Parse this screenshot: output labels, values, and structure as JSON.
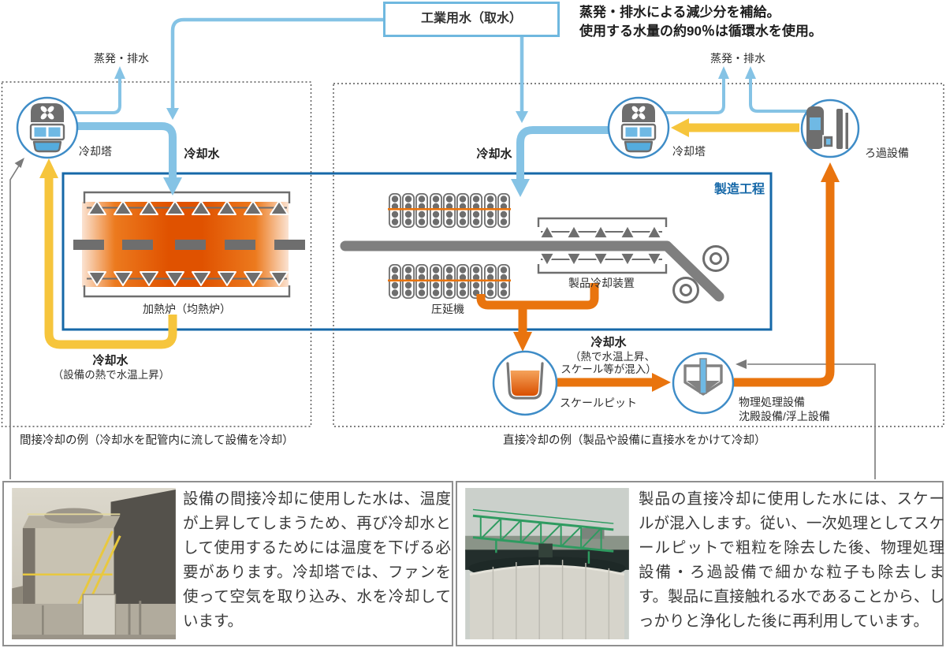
{
  "colors": {
    "pipe_blue": "#85C3E5",
    "pipe_yellow": "#F6C53C",
    "pipe_orange": "#E9740E",
    "process_blue": "#1668A8",
    "equipment_gray": "#6E6E6E",
    "circle_border_blue": "#3E8CC7",
    "furnace_orange": "#E05200"
  },
  "header": {
    "intake_label": "工業用水（取水）",
    "note_line1": "蒸発・排水による減少分を補給。",
    "note_line2": "使用する水量の約90％は循環水を使用。"
  },
  "process": {
    "title": "製造工程",
    "furnace": "加熱炉（均熱炉）",
    "rolling_mill": "圧延機",
    "product_cooling": "製品冷却装置"
  },
  "left_loop": {
    "evaporation": "蒸発・排水",
    "cooling_tower": "冷却塔",
    "cooling_water_supply": "冷却水",
    "cooling_water_return": "冷却水",
    "cooling_water_return_note": "（設備の熱で水温上昇）",
    "caption": "間接冷却の例（冷却水を配管内に流して設備を冷却）"
  },
  "right_loop": {
    "evaporation": "蒸発・排水",
    "cooling_tower": "冷却塔",
    "filtration": "ろ過設備",
    "cooling_water_supply": "冷却水",
    "hot_water": "冷却水",
    "hot_water_note1": "（熱で水温上昇、",
    "hot_water_note2": "スケール等が混入）",
    "scale_pit": "スケールピット",
    "physical_treatment_line1": "物理処理設備",
    "physical_treatment_line2": "沈殿設備/浮上設備",
    "caption": "直接冷却の例（製品や設備に直接水をかけて冷却）"
  },
  "panels": {
    "left_text": "設備の間接冷却に使用した水は、温度が上昇してしまうため、再び冷却水として使用するためには温度を下げる必要があります。冷却塔では、ファンを使って空気を取り込み、水を冷却しています。",
    "right_text": "製品の直接冷却に使用した水には、スケールが混入します。従い、一次処理としてスケールピットで粗粒を除去した後、物理処理設備・ろ過設備で細かな粒子も除去します。製品に直接触れる水であることから、しっかりと浄化した後に再利用しています。"
  },
  "icons": {
    "cooling_tower": "cooling-tower-icon",
    "filtration": "filtration-unit-icon",
    "scale_pit": "scale-pit-basin-icon",
    "physical_treatment": "settling-tank-icon"
  }
}
